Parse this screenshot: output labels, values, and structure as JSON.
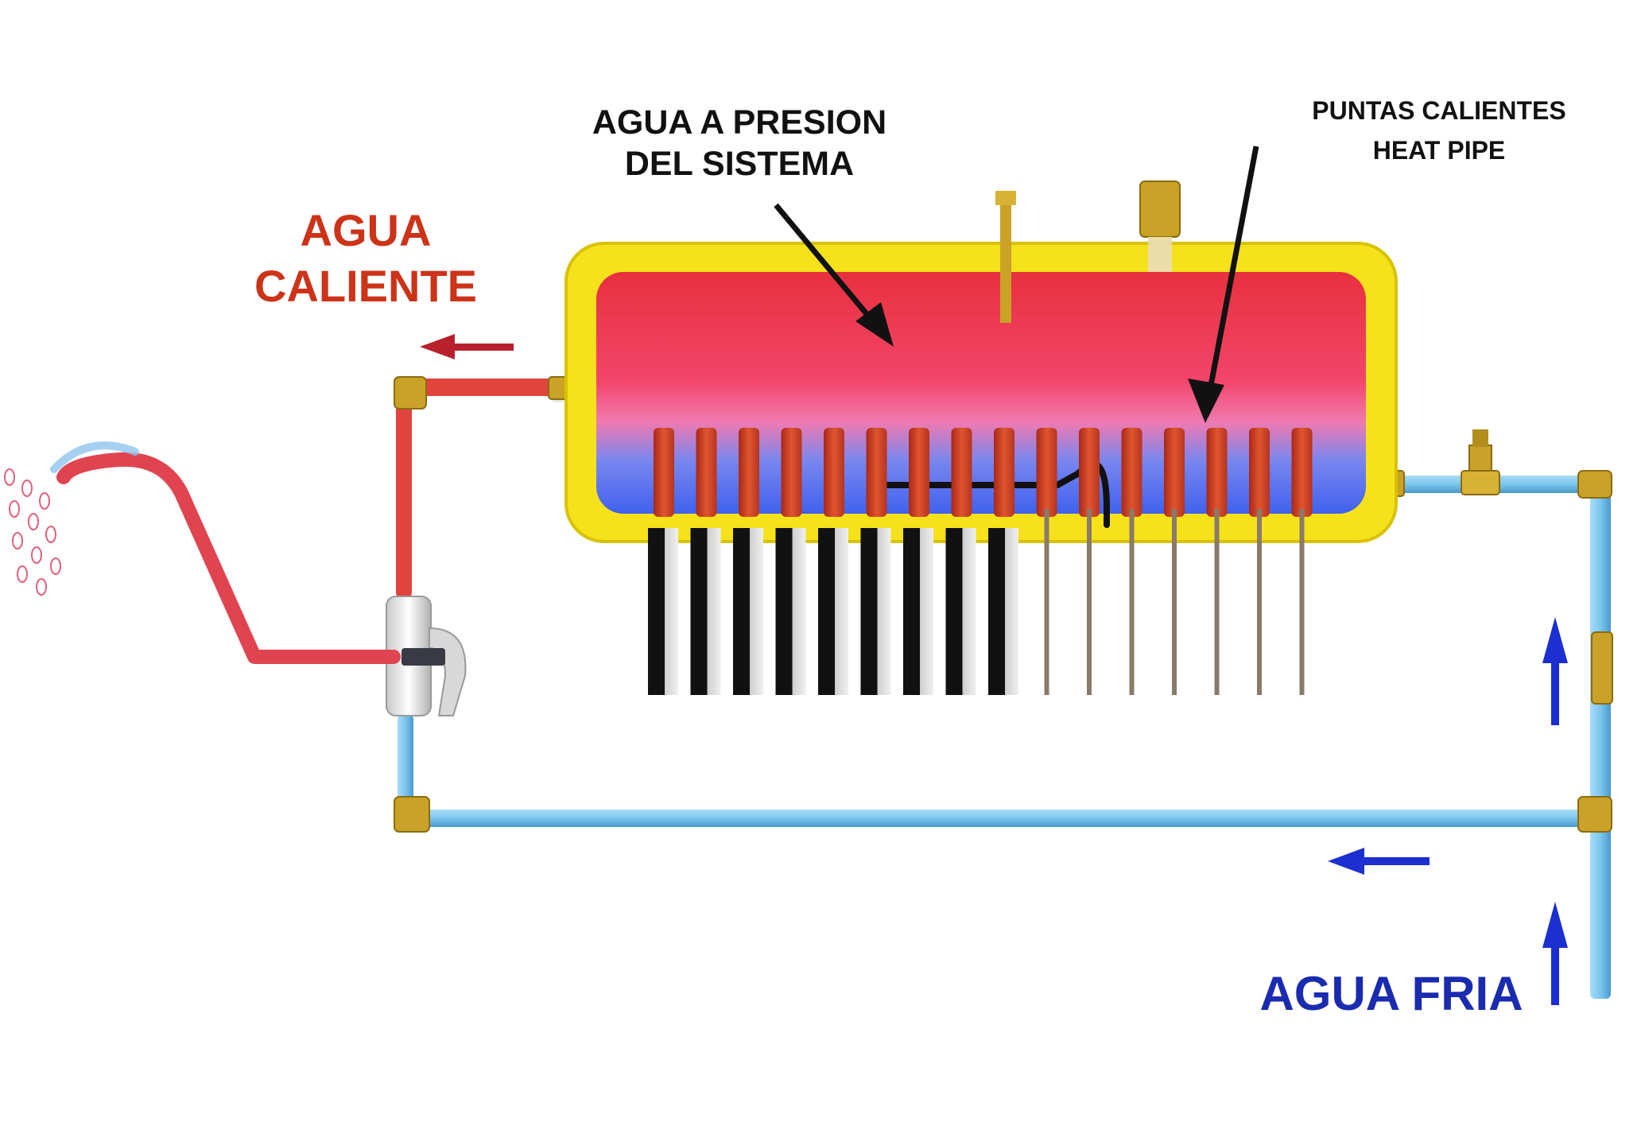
{
  "labels": {
    "hot_water": [
      "AGUA",
      "CALIENTE"
    ],
    "system_pressure": [
      "AGUA A PRESION",
      "DEL SISTEMA"
    ],
    "heat_pipe": [
      "PUNTAS CALIENTES",
      "HEAT PIPE"
    ],
    "cold_water": "AGUA FRIA"
  },
  "colors": {
    "hot_text": "#cc3318",
    "cold_text": "#1a2bb0",
    "pressure_text": "#111111",
    "tank_shell": "#f5e21b",
    "tank_hot": "#f2435a",
    "tank_cold": "#4f72f0",
    "hot_pipe": "#e0443c",
    "cold_pipe": "#7cc6ee",
    "brass": "#c9a227",
    "tube_dark": "#101010",
    "tube_light": "#d8d8d8",
    "copper_tip": "#d8462a",
    "flow_arrow_red": "#b8212b",
    "flow_arrow_blue": "#1c2fd0"
  },
  "icons": {
    "shower": "shower-head-icon",
    "valve": "mixing-valve-icon",
    "flow_hot": "arrow-left-icon",
    "flow_cold": "arrow-up-icon"
  },
  "tubes": {
    "evacuated_count": 9,
    "exposed_heat_pipe_count": 7
  }
}
